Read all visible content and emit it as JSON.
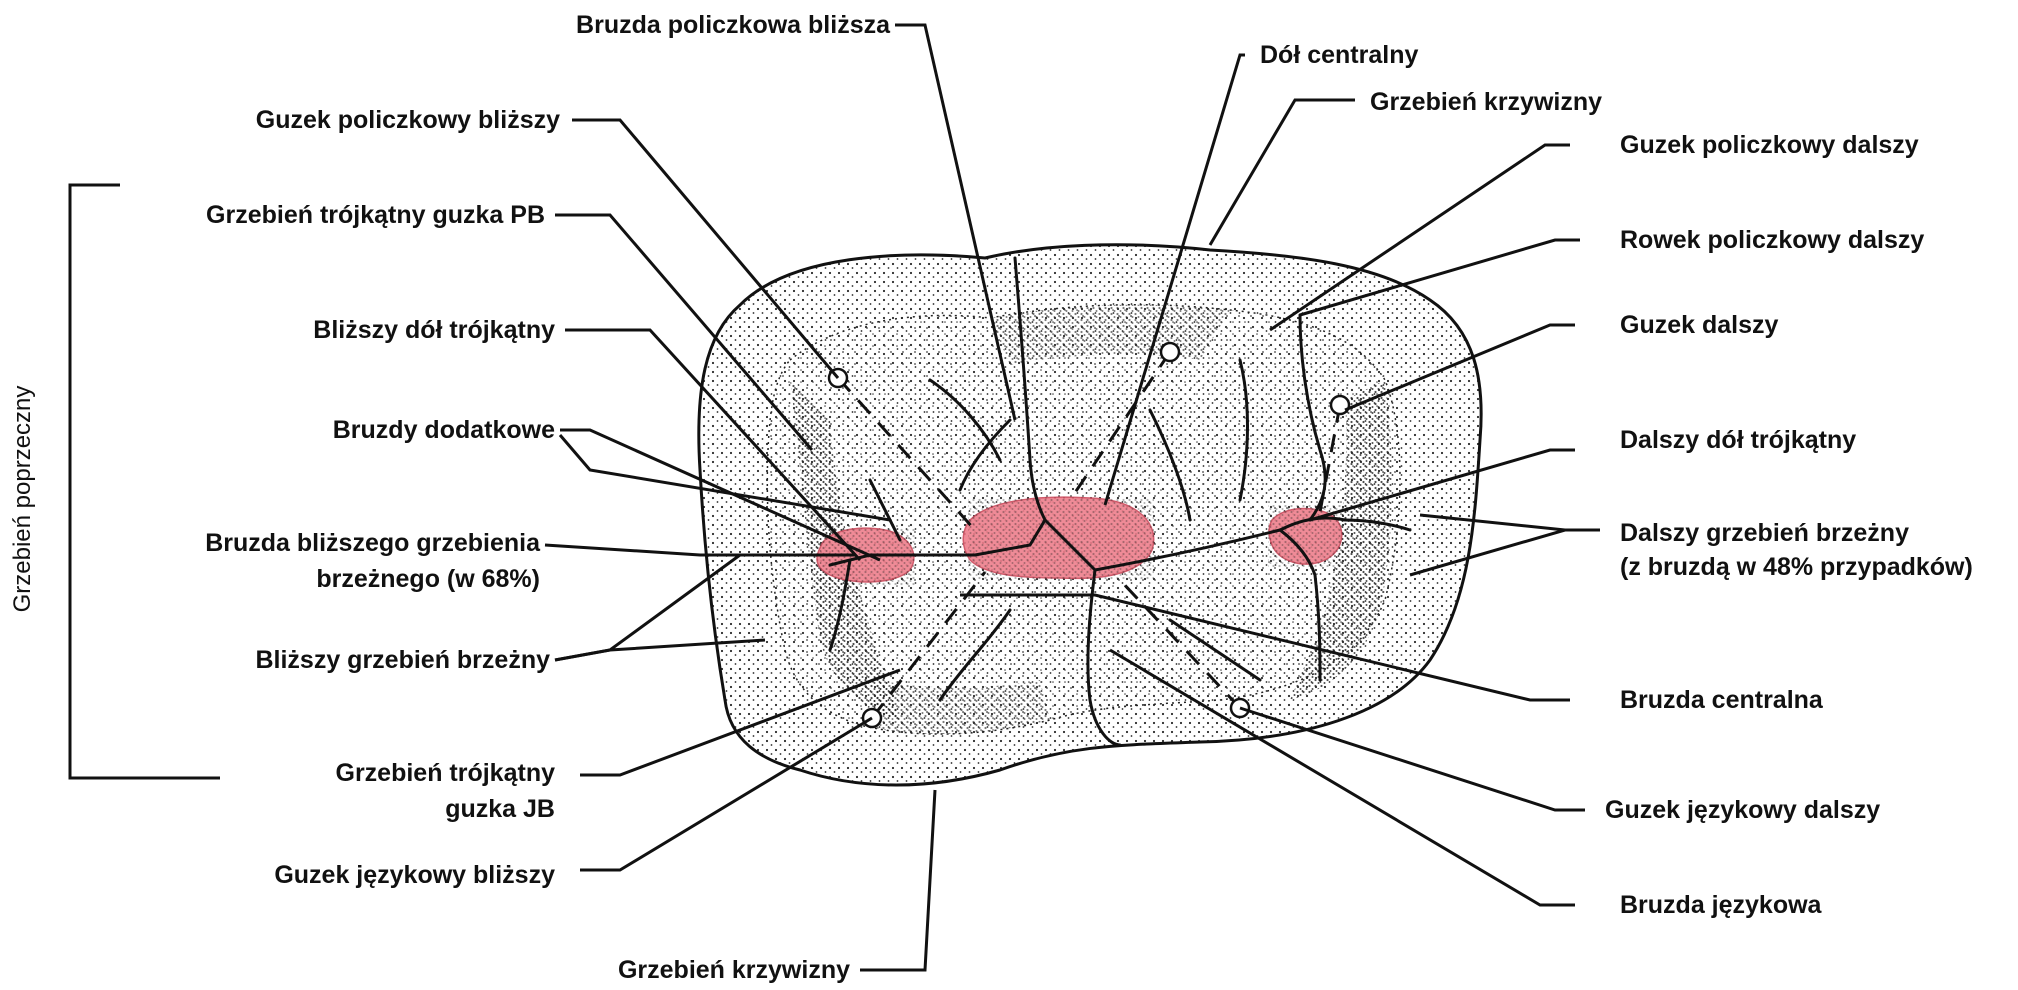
{
  "labels": {
    "bruzda_policzkowa_blizsza": "Bruzda policzkowa bliższa",
    "dol_centralny": "Dół centralny",
    "grzebien_krzywizny_top": "Grzebień krzywizny",
    "guzek_policzkowy_blizszy": "Guzek policzkowy bliższy",
    "guzek_policzkowy_dalszy": "Guzek policzkowy dalszy",
    "grzebien_trojkatny_guzka_pb": "Grzebień trójkątny guzka PB",
    "rowek_policzkowy_dalszy": "Rowek policzkowy dalszy",
    "blizszy_dol_trojkatny": "Bliższy dół trójkątny",
    "guzek_dalszy": "Guzek dalszy",
    "bruzdy_dodatkowe": "Bruzdy dodatkowe",
    "dalszy_dol_trojkatny": "Dalszy dół trójkątny",
    "bruzda_blizszego_line1": "Bruzda bliższego grzebienia",
    "bruzda_blizszego_line2": "brzeżnego (w 68%)",
    "dalszy_grzebien_line1": "Dalszy grzebień brzeżny",
    "dalszy_grzebien_line2": "(z bruzdą w 48% przypadków)",
    "blizszy_grzebien_brzezny": "Bliższy grzebień brzeżny",
    "bruzda_centralna": "Bruzda centralna",
    "grzebien_trojkatny_jb_line1": "Grzebień trójkątny",
    "grzebien_trojkatny_jb_line2": "guzka JB",
    "guzek_jezykowy_dalszy": "Guzek językowy dalszy",
    "guzek_jezykowy_blizszy": "Guzek językowy bliższy",
    "bruzda_jezykowa": "Bruzda językowa",
    "grzebien_krzywizny_bottom": "Grzebień krzywizny",
    "grzebien_poprzeczny": "Grzebień poprzeczny"
  },
  "colors": {
    "fossa_fill": "#ee7f8c",
    "line": "#111111",
    "stipple": "#2a2a2a"
  }
}
